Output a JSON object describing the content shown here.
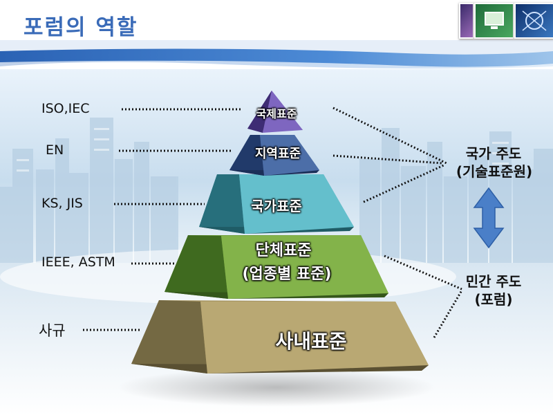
{
  "slide": {
    "title": "포럼의 역할"
  },
  "pyramid": {
    "tiers": [
      {
        "label": "국제표준"
      },
      {
        "label": "지역표준"
      },
      {
        "label": "국가표준"
      },
      {
        "label_line1": "단체표준",
        "label_line2": "(업종별 표준)"
      },
      {
        "label": "사내표준"
      }
    ]
  },
  "left_labels": [
    "ISO,IEC",
    "EN",
    "KS, JIS",
    "IEEE, ASTM",
    "사규"
  ],
  "right_labels": {
    "national_line1": "국가 주도",
    "national_line2": "(기술표준원)",
    "private_line1": "민간 주도",
    "private_line2": "(포럼)"
  },
  "colors": {
    "title": "#3a6bb8",
    "tier1": "#6a52a8",
    "tier2": "#3c5a94",
    "tier3": "#4fa6b4",
    "tier4": "#6f9e3c",
    "tier5": "#a89662",
    "arrow": "#4a7fc8"
  }
}
